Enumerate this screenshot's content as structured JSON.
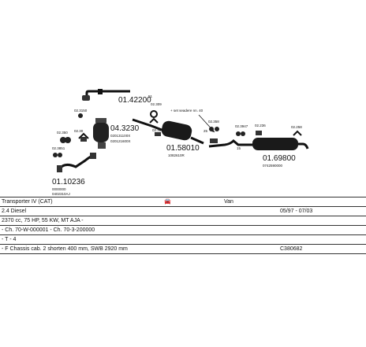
{
  "parts": {
    "p1": "01.42200",
    "p2": "04.3230",
    "p2_sub1": "020131100X",
    "p2_sub2": "020121600X",
    "p3": "01.58010",
    "p3_sub": "1082610R",
    "p4": "01.69800",
    "p4_sub": "0742590000",
    "p5": "01.10236",
    "p5_sub1": "0000000",
    "p5_sub2": "0402310AJ",
    "note": "+ set seadere nn. 40",
    "clip1": "02.30",
    "clip2": "02.350",
    "clip3": "02.3851",
    "clip4": "02.309",
    "clip5": "02.358",
    "clip6": "02.3947",
    "clip7": "02.236",
    "clip8": "02.258",
    "clip9": "02.3150",
    "clip10": "02.300",
    "ref1": "51",
    "ref2": "25",
    "ref3": "15"
  },
  "info": {
    "model": "Transporter IV (CAT)",
    "body": "Van",
    "engine": "2.4 Diesel",
    "dates": "05/97 - 07/03",
    "spec": "2370 cc, 75 HP, 55 KW, MT AJA -",
    "chassis": "- Ch. 70-W-000001 - Ch. 70-3-200000",
    "model_code": "- T - 4",
    "variant": "- F Chassis cab. 2 shorten 400 mm, SWB 2920 mm",
    "code": "C380682"
  },
  "colors": {
    "line": "#111111",
    "part": "#1a1a1a",
    "shade": "#555555"
  }
}
